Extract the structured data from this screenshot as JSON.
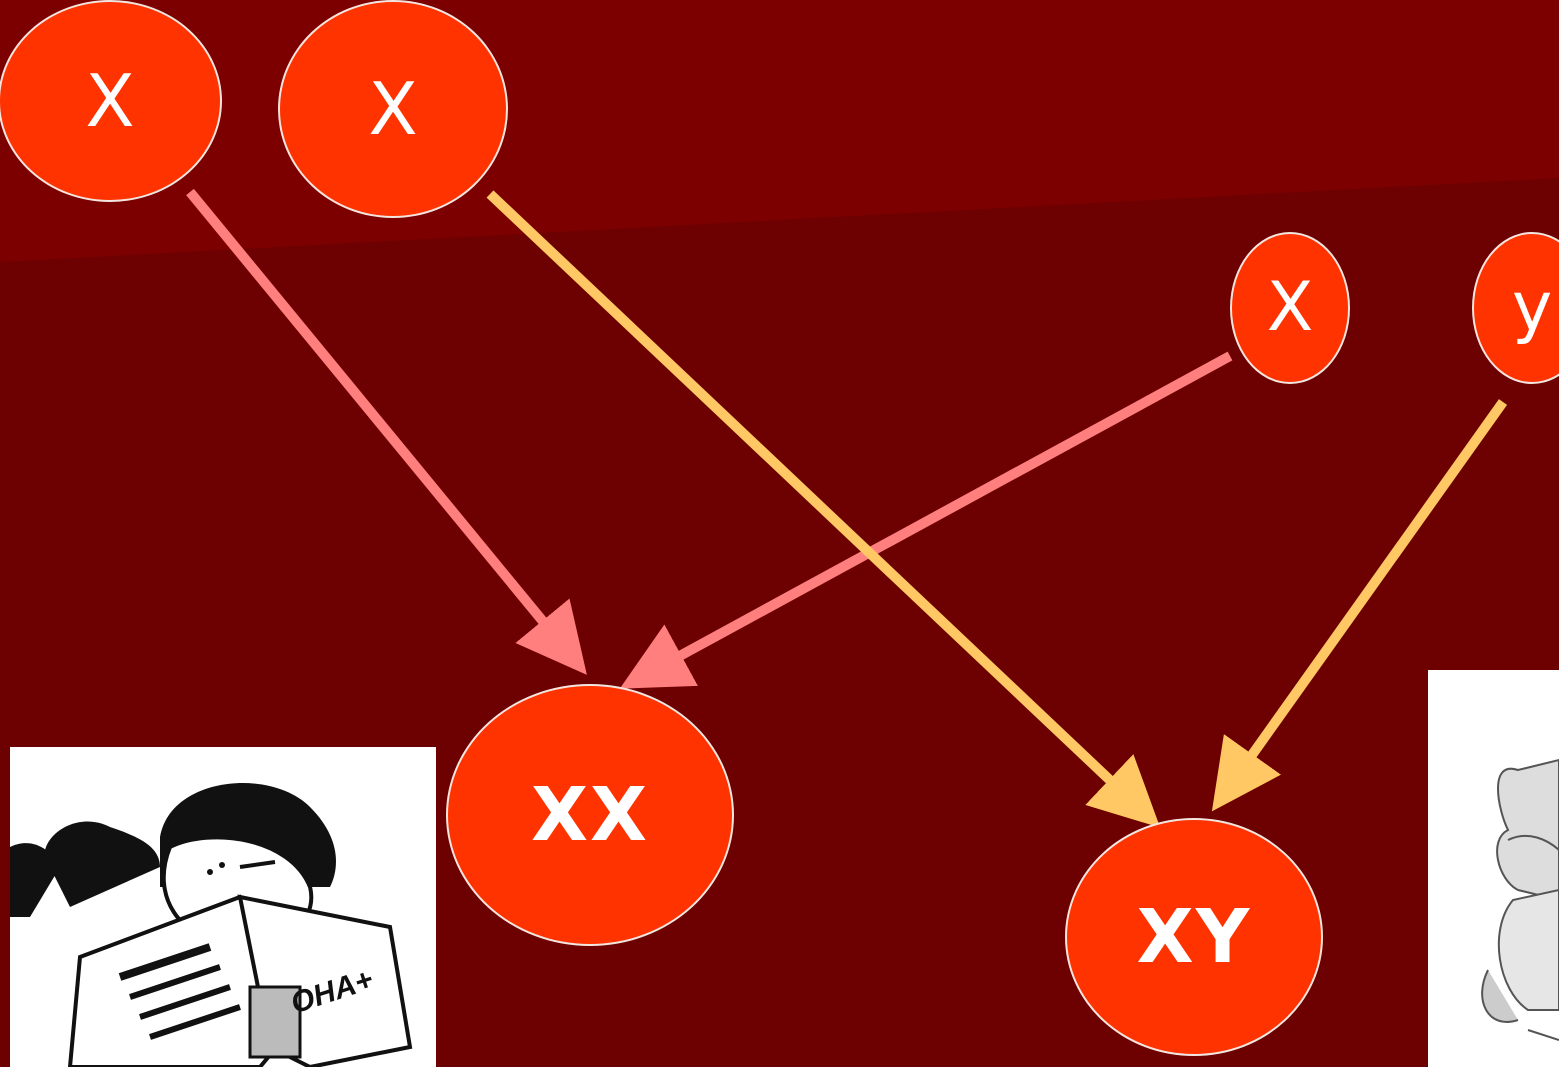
{
  "colors": {
    "background_top": "#820000",
    "background_main": "#6d0000",
    "node_fill": "#ff3300",
    "node_border": "#f3e6e0",
    "arrow_pink": "#ff7f7f",
    "arrow_yellow": "#ffc864",
    "node_text": "#ffffff"
  },
  "nodes": {
    "parent1_x1": "X",
    "parent1_x2": "X",
    "parent2_x": "X",
    "parent2_y": "y",
    "child_xx": "XX",
    "child_xy": "XY"
  },
  "edges": [
    {
      "from": "parent1_x1",
      "to": "child_xx",
      "color": "pink"
    },
    {
      "from": "parent2_x",
      "to": "child_xx",
      "color": "pink"
    },
    {
      "from": "parent1_x2",
      "to": "child_xy",
      "color": "yellow"
    },
    {
      "from": "parent2_y",
      "to": "child_xy",
      "color": "yellow"
    }
  ],
  "illustrations": {
    "left": {
      "icon": "girl-reading-magazine-icon",
      "caption": "ОНА+"
    },
    "right": {
      "icon": "boy-illustration-icon"
    }
  }
}
